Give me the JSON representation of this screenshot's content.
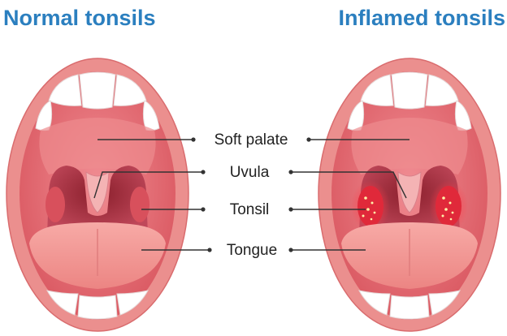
{
  "titles": {
    "left": "Normal tonsils",
    "right": "Inflamed tonsils"
  },
  "labels": [
    {
      "id": "soft-palate",
      "text": "Soft palate"
    },
    {
      "id": "uvula",
      "text": "Uvula"
    },
    {
      "id": "tonsil",
      "text": "Tonsil"
    },
    {
      "id": "tongue",
      "text": "Tongue"
    }
  ],
  "colors": {
    "title": "#2b7fbf",
    "lips": "#eb8f8e",
    "lip_edge": "#d96c6e",
    "mouth_inner": "#e7707a",
    "palate": "#ee8b8f",
    "throat": "#a3303c",
    "tonsil_normal": "#d8505c",
    "tonsil_inflamed": "#e0293a",
    "pus_spots": "#fff2a8",
    "tongue": "#f29593",
    "teeth": "#ffffff",
    "leader_line": "#333333"
  }
}
